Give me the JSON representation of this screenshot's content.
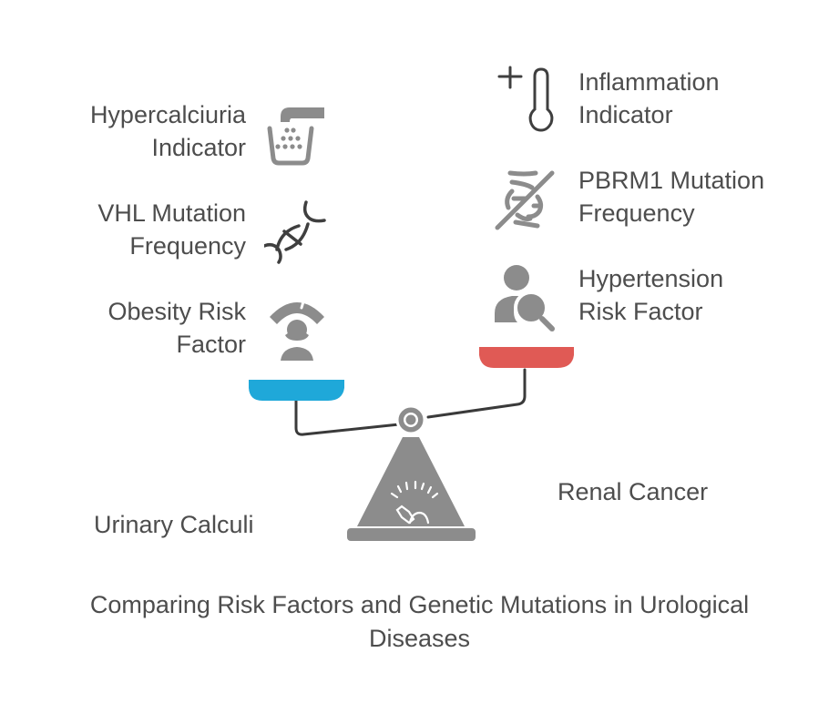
{
  "title": {
    "line1": "Comparing Risk Factors and Genetic Mutations in Urological",
    "line2": "Diseases"
  },
  "left_side": {
    "category": "Urinary Calculi",
    "pan_color": "#1fa8d9",
    "items": [
      {
        "line1": "Hypercalciuria",
        "line2": "Indicator",
        "icon": "faucet-basin-icon"
      },
      {
        "line1": "VHL Mutation",
        "line2": "Frequency",
        "icon": "dna-icon"
      },
      {
        "line1": "Obesity Risk",
        "line2": "Factor",
        "icon": "weight-scale-person-icon"
      }
    ]
  },
  "right_side": {
    "category": "Renal Cancer",
    "pan_color": "#e05a55",
    "items": [
      {
        "line1": "Inflammation",
        "line2": "Indicator",
        "icon": "thermometer-plus-icon"
      },
      {
        "line1": "PBRM1 Mutation",
        "line2": "Frequency",
        "icon": "dna-crossed-icon"
      },
      {
        "line1": "Hypertension",
        "line2": "Risk Factor",
        "icon": "person-search-icon"
      }
    ]
  },
  "colors": {
    "icon_gray": "#8c8c8c",
    "beam": "#3a3a3a",
    "text": "#4d4d4d"
  }
}
